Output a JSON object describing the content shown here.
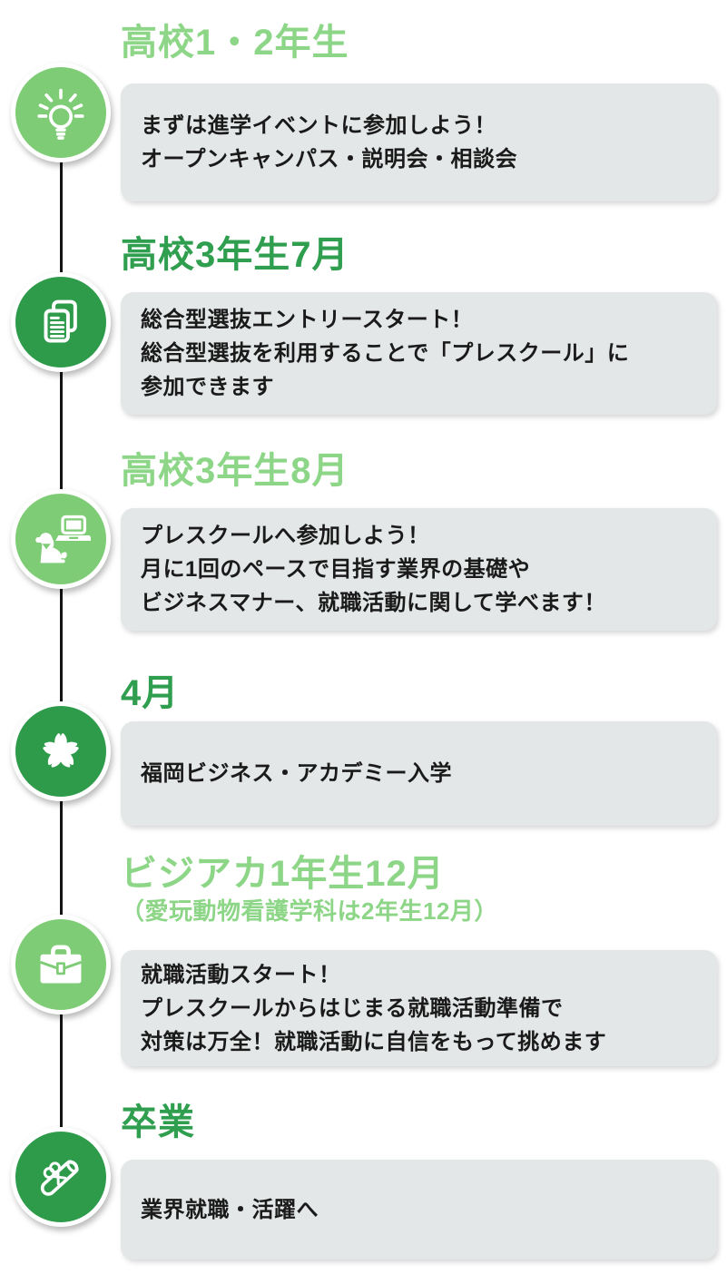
{
  "colors": {
    "light_green_text": "#8dd687",
    "dark_green_text": "#2f9e4f",
    "light_green_circle": "#7ecc75",
    "dark_green_circle": "#2e9b4b",
    "box_background": "#e4e7e7",
    "body_text": "#1a1a1a",
    "timeline_line": "#141414"
  },
  "timeline": {
    "steps": [
      {
        "title": "高校1・2年生",
        "subtitle": "",
        "tone": "light",
        "icon": "lightbulb-icon",
        "body_lines": [
          "まずは進学イベントに参加しよう！",
          "オープンキャンパス・説明会・相談会"
        ]
      },
      {
        "title": "高校3年生7月",
        "subtitle": "",
        "tone": "dark",
        "icon": "documents-icon",
        "body_lines": [
          "総合型選抜エントリースタート！",
          "総合型選抜を利用することで「プレスクール」に",
          "参加できます"
        ]
      },
      {
        "title": "高校3年生8月",
        "subtitle": "",
        "tone": "light",
        "icon": "dog-laptop-icon",
        "body_lines": [
          "プレスクールへ参加しよう！",
          "月に1回のペースで目指す業界の基礎や",
          "ビジネスマナー、就職活動に関して学べます！"
        ]
      },
      {
        "title": "4月",
        "subtitle": "",
        "tone": "dark",
        "icon": "cherry-blossom-icon",
        "body_lines": [
          "福岡ビジネス・アカデミー入学"
        ]
      },
      {
        "title": "ビジアカ1年生12月",
        "subtitle": "（愛玩動物看護学科は2年生12月）",
        "tone": "light",
        "icon": "briefcase-icon",
        "body_lines": [
          "就職活動スタート！",
          "プレスクールからはじまる就職活動準備で",
          "対策は万全！就職活動に自信をもって挑めます"
        ]
      },
      {
        "title": "卒業",
        "subtitle": "",
        "tone": "dark",
        "icon": "diploma-icon",
        "body_lines": [
          "業界就職・活躍へ"
        ]
      }
    ]
  }
}
